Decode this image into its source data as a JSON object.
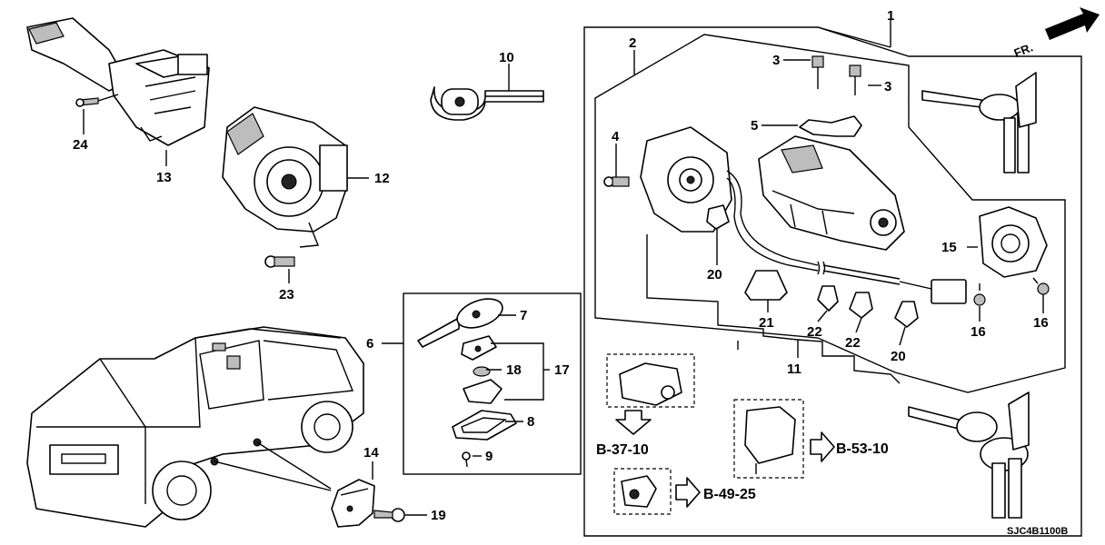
{
  "diagram": {
    "code": "SJC4B1100B",
    "direction_mark": "FR.",
    "callouts": [
      {
        "id": "1",
        "label": "1"
      },
      {
        "id": "2",
        "label": "2"
      },
      {
        "id": "3a",
        "label": "3"
      },
      {
        "id": "3b",
        "label": "3"
      },
      {
        "id": "4",
        "label": "4"
      },
      {
        "id": "5",
        "label": "5"
      },
      {
        "id": "6",
        "label": "6"
      },
      {
        "id": "7",
        "label": "7"
      },
      {
        "id": "8",
        "label": "8"
      },
      {
        "id": "9",
        "label": "9"
      },
      {
        "id": "10",
        "label": "10"
      },
      {
        "id": "11",
        "label": "11"
      },
      {
        "id": "12",
        "label": "12"
      },
      {
        "id": "13",
        "label": "13"
      },
      {
        "id": "14",
        "label": "14"
      },
      {
        "id": "15",
        "label": "15"
      },
      {
        "id": "16a",
        "label": "16"
      },
      {
        "id": "16b",
        "label": "16"
      },
      {
        "id": "17",
        "label": "17"
      },
      {
        "id": "18",
        "label": "18"
      },
      {
        "id": "19",
        "label": "19"
      },
      {
        "id": "20a",
        "label": "20"
      },
      {
        "id": "20b",
        "label": "20"
      },
      {
        "id": "21",
        "label": "21"
      },
      {
        "id": "22a",
        "label": "22"
      },
      {
        "id": "22b",
        "label": "22"
      },
      {
        "id": "23",
        "label": "23"
      },
      {
        "id": "24",
        "label": "24"
      }
    ],
    "references": [
      {
        "id": "b37",
        "label": "B-37-10"
      },
      {
        "id": "b53",
        "label": "B-53-10"
      },
      {
        "id": "b49",
        "label": "B-49-25"
      }
    ],
    "icons": [
      "fr-arrow-icon",
      "ref-arrow-icon",
      "ref-down-arrow-icon"
    ]
  }
}
